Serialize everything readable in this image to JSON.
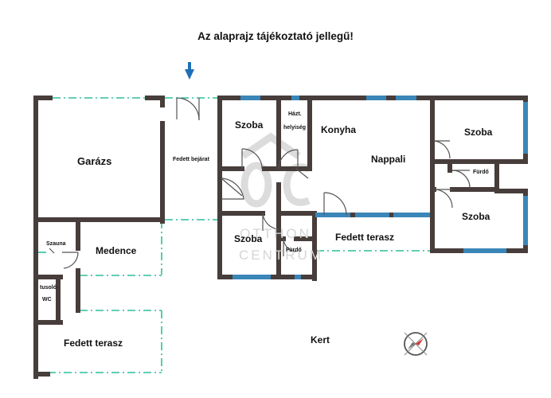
{
  "header": {
    "note": "Az alaprajz tájékoztató jellegű!"
  },
  "rooms": {
    "garage": "Garázs",
    "covered_entrance": "Fedett bejárat",
    "room_top_left": "Szoba",
    "household_room_line1": "Házt.",
    "household_room_line2": "helyiség",
    "kitchen": "Konyha",
    "living_room": "Nappali",
    "room_top_right": "Szoba",
    "bathroom_right": "Fürdő",
    "room_bottom_right": "Szoba",
    "room_bottom_left": "Szoba",
    "bathroom_small": "Fürdő",
    "covered_terrace_middle": "Fedett terasz",
    "sauna": "Szauna",
    "pool": "Medence",
    "shower_line1": "tusoló",
    "shower_line2": "WC",
    "covered_terrace_left": "Fedett terasz",
    "garden": "Kert"
  },
  "watermark": {
    "logo": "OC",
    "line1": "OTTHON",
    "line2": "CENTRUM"
  },
  "colors": {
    "wall": "#473d3b",
    "window": "#3a86b8",
    "dash": "#2dbf9a",
    "entrance_arrow": "#1f6fb8",
    "watermark": "#d9d9d9"
  },
  "icons": {
    "entrance_arrow": "arrow-down-icon",
    "compass": "compass-icon"
  }
}
